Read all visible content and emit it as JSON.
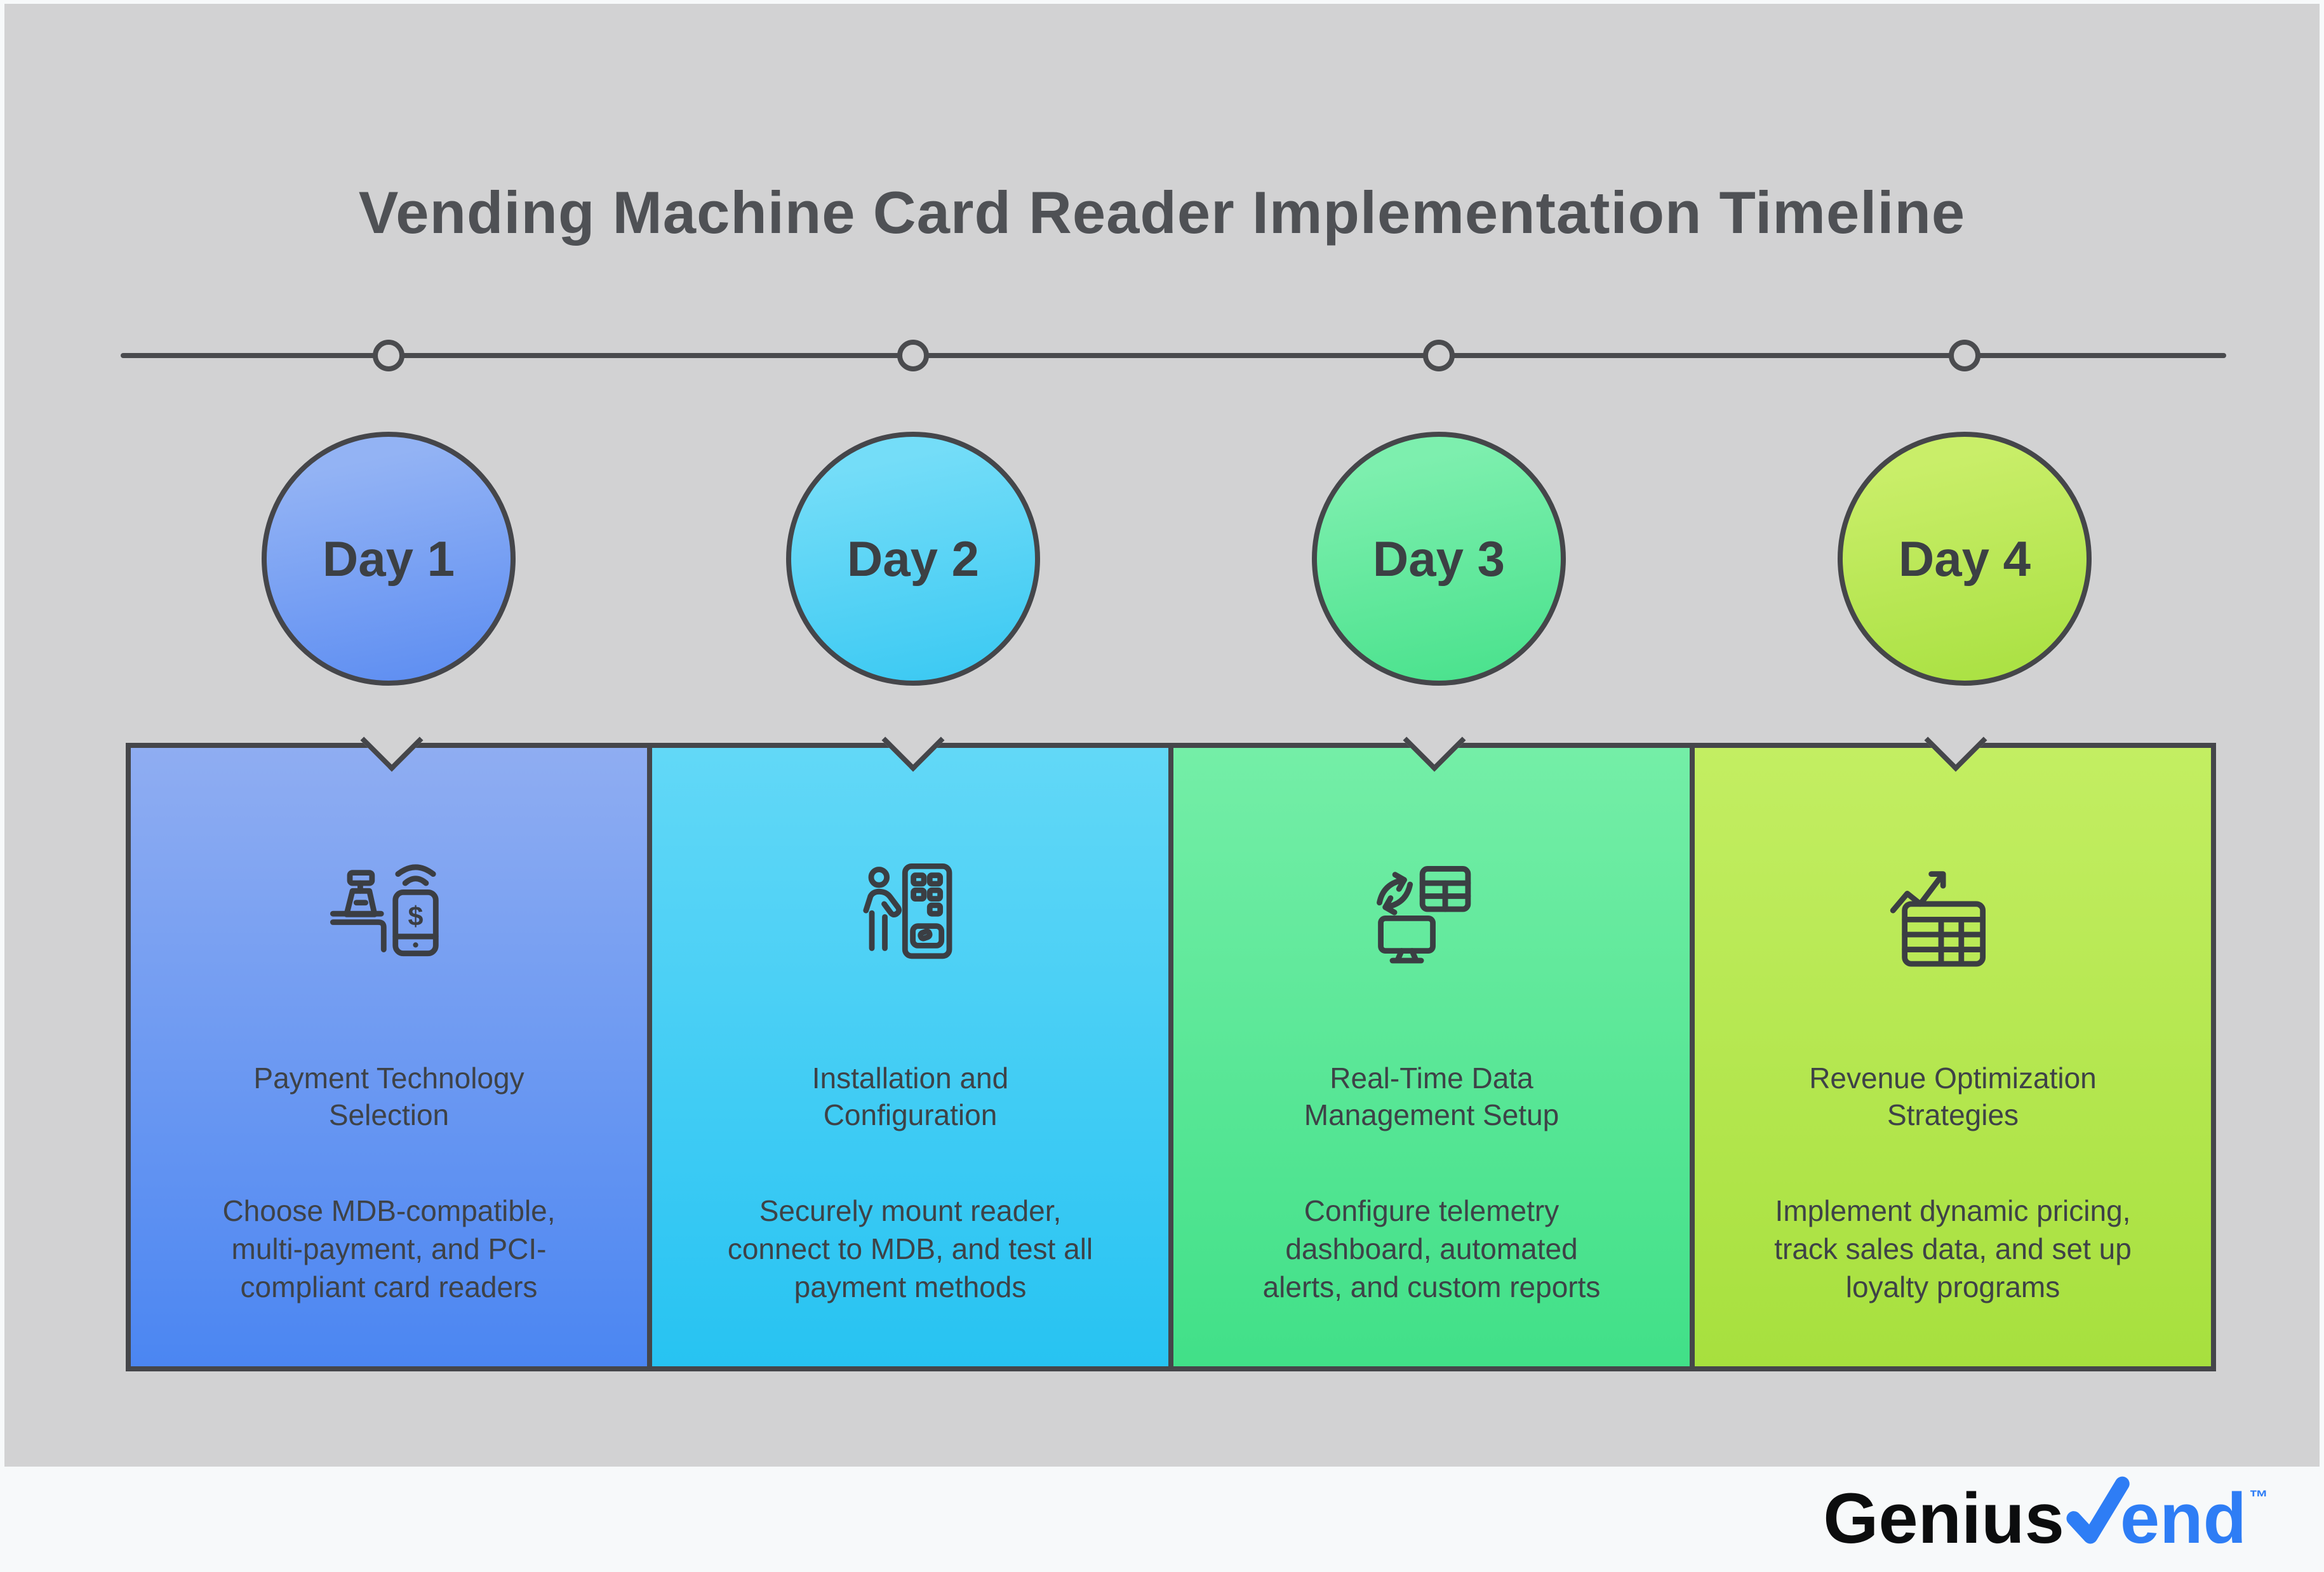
{
  "page_title": "Vending Machine Card Reader Implementation Timeline",
  "colors": {
    "outer_background": "#f7f9fa",
    "panel_background": "#d2d2d3",
    "outline_dark": "#45464a",
    "timeline_line": "#4a4b4e",
    "card_text": "#3e4247",
    "title_text": "#4f5155"
  },
  "timeline": {
    "line_color": "#4a4b4e",
    "days": [
      {
        "label": "Day 1",
        "circle_top": "#93b3f4",
        "circle_bottom": "#5b8cf2"
      },
      {
        "label": "Day 2",
        "circle_top": "#74ddf8",
        "circle_bottom": "#38c8f2"
      },
      {
        "label": "Day 3",
        "circle_top": "#7defae",
        "circle_bottom": "#47e18b"
      },
      {
        "label": "Day 4",
        "circle_top": "#c9ee69",
        "circle_bottom": "#a8e040"
      }
    ]
  },
  "cards": [
    {
      "day": "Day 1",
      "icon": "payment-terminal-and-phone-icon",
      "title": "Payment Technology Selection",
      "description": "Choose MDB-compatible, multi-payment, and PCI-compliant card readers",
      "gradient_top": "#8fadf2",
      "gradient_bottom": "#4b86f2"
    },
    {
      "day": "Day 2",
      "icon": "installer-vending-machine-icon",
      "title": "Installation and Configuration",
      "description": "Securely mount reader, connect to MDB, and test all payment methods",
      "gradient_top": "#62d8f7",
      "gradient_bottom": "#27c3f2"
    },
    {
      "day": "Day 3",
      "icon": "data-sync-dashboard-icon",
      "title": "Real-Time Data Management Setup",
      "description": "Configure telemetry dashboard, automated alerts, and custom reports",
      "gradient_top": "#74eea7",
      "gradient_bottom": "#41e088"
    },
    {
      "day": "Day 4",
      "icon": "revenue-growth-chart-icon",
      "title": "Revenue Optimization Strategies",
      "description": "Implement dynamic pricing, track sales data, and set up loyalty programs",
      "gradient_top": "#c3ee62",
      "gradient_bottom": "#a7e03e"
    }
  ],
  "footer": {
    "brand_black": "Genius",
    "brand_blue": "end",
    "brand_tm": "™",
    "brand_blue_color": "#2e7df5",
    "brand_black_color": "#0c0d0e",
    "checkmark_icon": "check-icon"
  }
}
